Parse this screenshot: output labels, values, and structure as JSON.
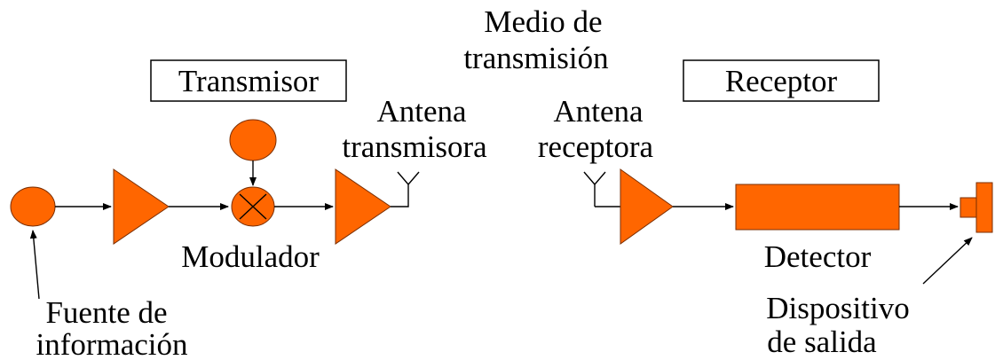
{
  "colors": {
    "block_fill": "#FF6600",
    "line": "#000000",
    "background": "#FFFFFF"
  },
  "labels": {
    "medio_line1": "Medio de",
    "medio_line2": "transmisión",
    "transmisor": "Transmisor",
    "receptor": "Receptor",
    "antena_tx_line1": "Antena",
    "antena_tx_line2": "transmisora",
    "antena_rx_line1": "Antena",
    "antena_rx_line2": "receptora",
    "modulador": "Modulador",
    "detector": "Detector",
    "fuente_line1": "Fuente de",
    "fuente_line2": "información",
    "dispositivo_line1": "Dispositivo",
    "dispositivo_line2": "de salida"
  }
}
